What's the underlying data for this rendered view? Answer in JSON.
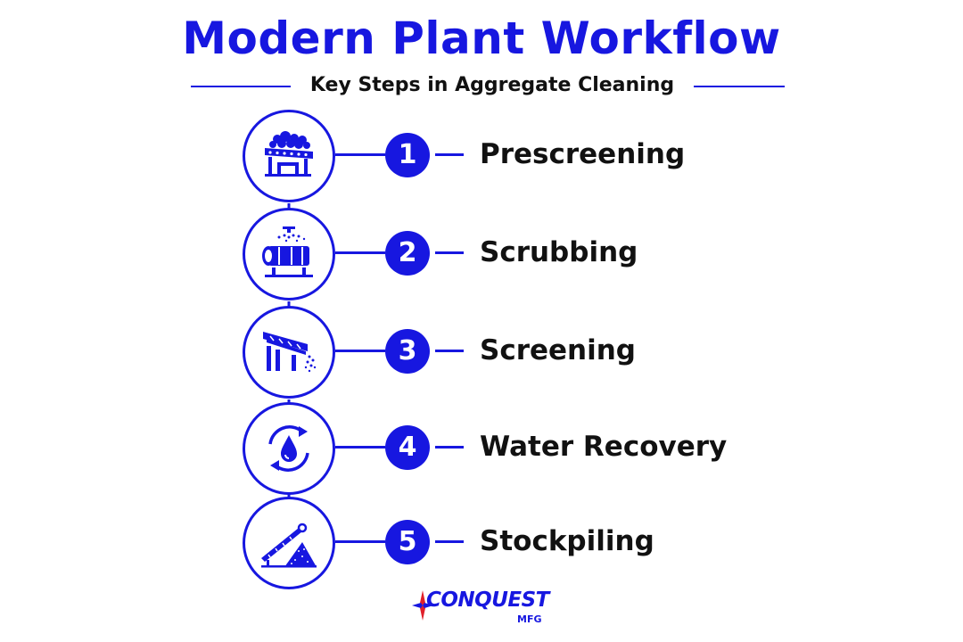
{
  "header": {
    "title": "Modern Plant Workflow",
    "subtitle": "Key Steps in Aggregate Cleaning"
  },
  "steps": [
    {
      "number": "1",
      "label": "Prescreening",
      "icon": "prescreening-feeder-icon"
    },
    {
      "number": "2",
      "label": "Scrubbing",
      "icon": "scrubber-drum-icon"
    },
    {
      "number": "3",
      "label": "Screening",
      "icon": "vibrating-screen-icon"
    },
    {
      "number": "4",
      "label": "Water Recovery",
      "icon": "water-recycle-icon"
    },
    {
      "number": "5",
      "label": "Stockpiling",
      "icon": "conveyor-stockpile-icon"
    }
  ],
  "logo": {
    "name": "CONQUEST",
    "sub": "MFG"
  },
  "colors": {
    "accent": "#1717e0",
    "logo_red": "#e0202a",
    "text": "#111111"
  }
}
